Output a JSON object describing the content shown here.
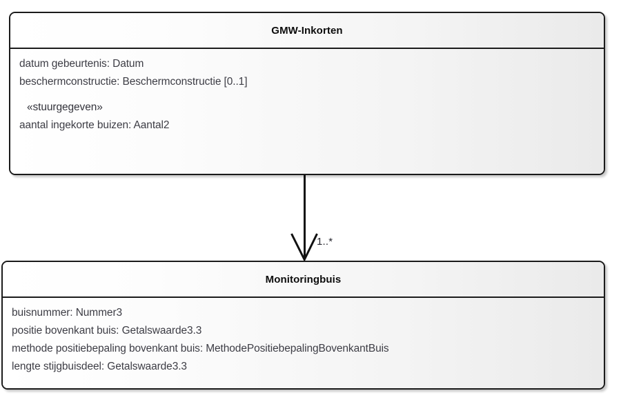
{
  "diagram": {
    "type": "uml-class-diagram",
    "background": "#ffffff",
    "text_color": "#3d3d45",
    "title_color": "#0c0c0c",
    "border_color": "#1a1a1a"
  },
  "classes": [
    {
      "name": "GMW-Inkorten",
      "attributes": [
        {
          "text": "datum gebeurtenis: Datum",
          "kind": "attribute"
        },
        {
          "text": "beschermconstructie: Beschermconstructie [0..1]",
          "kind": "attribute"
        },
        {
          "text": "«stuurgegeven»",
          "kind": "stereotype"
        },
        {
          "text": "aantal ingekorte buizen: Aantal2",
          "kind": "attribute"
        }
      ]
    },
    {
      "name": "Monitoringbuis",
      "attributes": [
        {
          "text": "buisnummer: Nummer3",
          "kind": "attribute"
        },
        {
          "text": "positie bovenkant buis: Getalswaarde3.3",
          "kind": "attribute"
        },
        {
          "text": "methode positiebepaling bovenkant buis: MethodePositiebepalingBovenkantBuis",
          "kind": "attribute"
        },
        {
          "text": "lengte stijgbuisdeel: Getalswaarde3.3",
          "kind": "attribute"
        }
      ]
    }
  ],
  "associations": [
    {
      "from": "GMW-Inkorten",
      "to": "Monitoringbuis",
      "multiplicity_target": "1..*",
      "arrow_style": "open"
    }
  ]
}
